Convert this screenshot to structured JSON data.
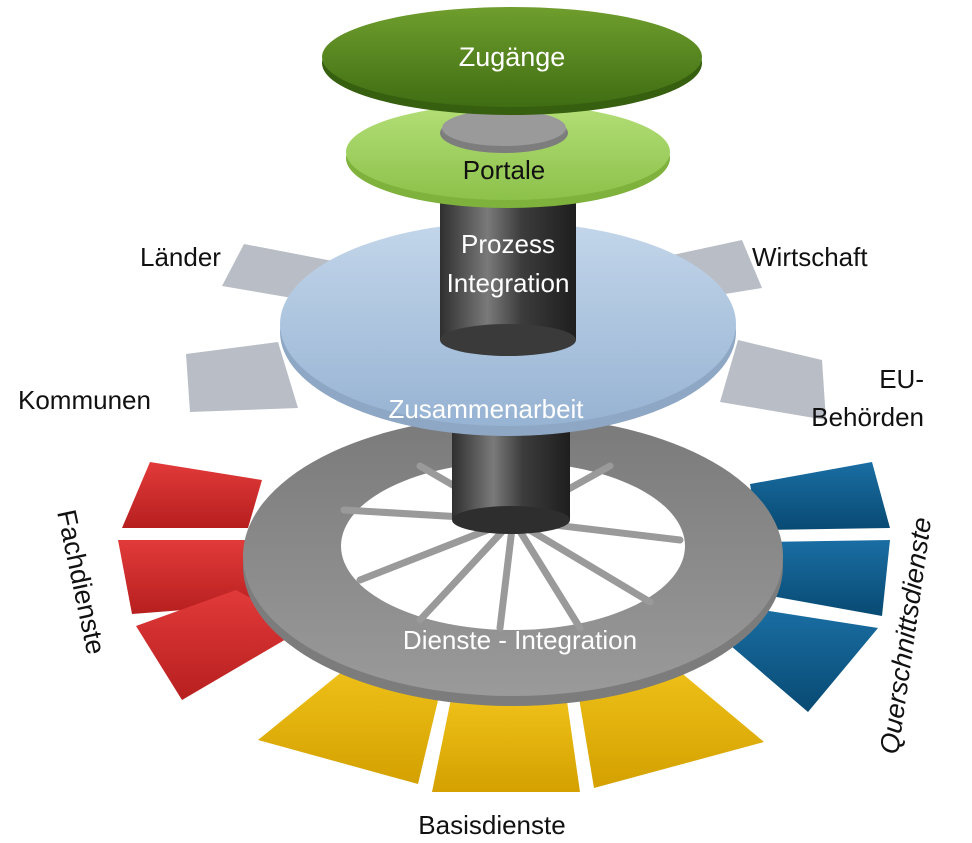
{
  "levels": {
    "zugaenge": "Zugänge",
    "portale": "Portale",
    "prozess_line1": "Prozess",
    "prozess_line2": "Integration",
    "zusammenarbeit": "Zusammenarbeit",
    "dienste": "Dienste - Integration"
  },
  "partners": {
    "laender": "Länder",
    "wirtschaft": "Wirtschaft",
    "kommunen": "Kommunen",
    "eu_line1": "EU-",
    "eu_line2": "Behörden"
  },
  "services": {
    "fachdienste": "Fachdienste",
    "querschnitt": "Querschnittsdienste",
    "basis": "Basisdienste"
  },
  "colors": {
    "zugaenge": "#5a8a1e",
    "portale": "#9ccd5c",
    "pillar": "#4a4a4a",
    "disk_blue": "#a9c2dd",
    "tabs": "#b9bec6",
    "ring": "#8c8c8c",
    "fach": "#d22a2a",
    "quer": "#0b5a8a",
    "basis": "#e3b202"
  }
}
